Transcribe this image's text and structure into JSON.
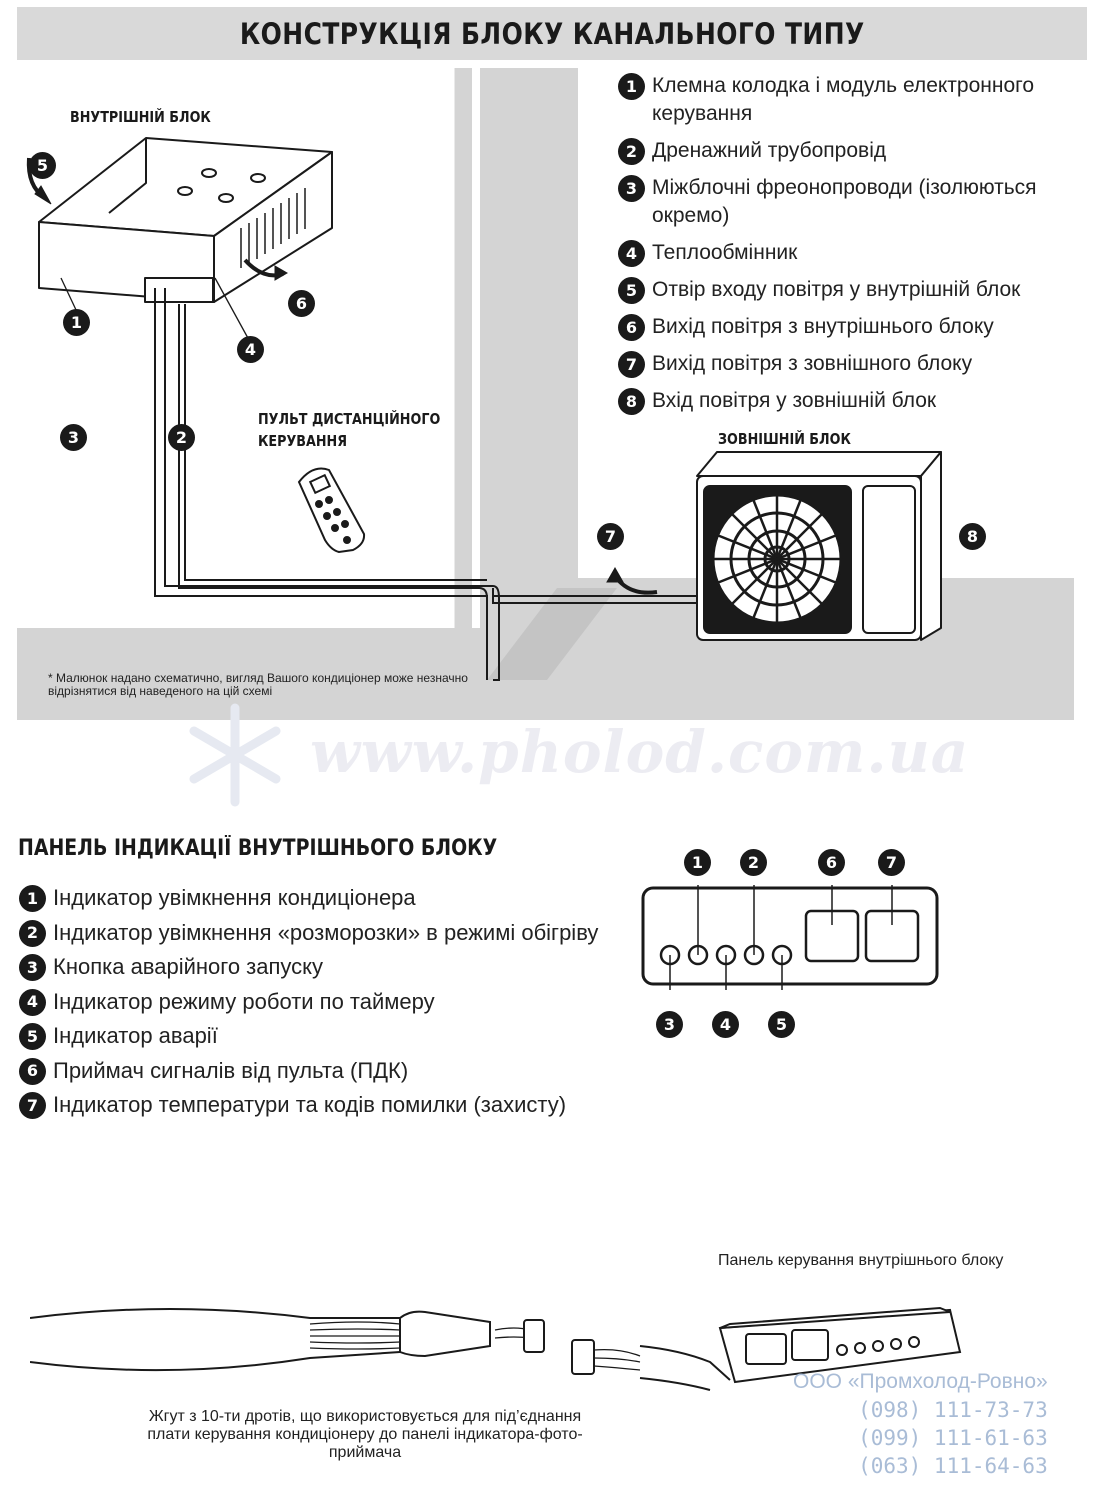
{
  "title": "КОНСТРУКЦІЯ БЛОКУ КАНАЛЬНОГО ТИПУ",
  "diagram": {
    "indoor_label": "ВНУТРІШНІЙ БЛОК",
    "remote_label_line1": "ПУЛЬТ ДИСТАНЦІЙНОГО",
    "remote_label_line2": "КЕРУВАННЯ",
    "outdoor_label": "ЗОВНІШНІЙ БЛОК",
    "footnote_line1": "* Малюнок надано схематично, вигляд Вашого кондиціонер  може незначно",
    "footnote_line2": "відрізнятися від наведеного на цій схемі",
    "callouts": [
      "1",
      "2",
      "3",
      "4",
      "5",
      "6",
      "7",
      "8"
    ]
  },
  "legend": [
    {
      "num": "1",
      "text": "Клемна колодка і модуль електронного керування"
    },
    {
      "num": "2",
      "text": "Дренажний трубопровід"
    },
    {
      "num": "3",
      "text": "Міжблочні фреонопроводи (ізолюються окремо)"
    },
    {
      "num": "4",
      "text": "Теплообмінник"
    },
    {
      "num": "5",
      "text": "Отвір входу повітря у внутрішній блок"
    },
    {
      "num": "6",
      "text": "Вихід повітря з внутрішнього блоку"
    },
    {
      "num": "7",
      "text": "Вихід повітря з зовнішного блоку"
    },
    {
      "num": "8",
      "text": "Вхід повітря у зовнішній блок"
    }
  ],
  "watermark": "www.pholod.com.ua",
  "panel_section": {
    "title": "ПАНЕЛЬ ІНДИКАЦІЇ ВНУТРІШНЬОГО БЛОКУ",
    "items": [
      {
        "num": "1",
        "text": "Індикатор увімкнення кондиціонера"
      },
      {
        "num": "2",
        "text": "Індикатор увімкнення «розморозки» в режимі обігріву"
      },
      {
        "num": "3",
        "text": "Кнопка аварійного запуску"
      },
      {
        "num": "4",
        "text": "Індикатор режиму роботи по таймеру"
      },
      {
        "num": "5",
        "text": "Індикатор аварії"
      },
      {
        "num": "6",
        "text": "Приймач сигналів від пульта (ПДК)"
      },
      {
        "num": "7",
        "text": "Індикатор температури та кодів помилки (захисту)"
      }
    ],
    "panel_callouts_top": [
      "1",
      "2",
      "6",
      "7"
    ],
    "panel_callouts_bottom": [
      "3",
      "4",
      "5"
    ]
  },
  "bottom": {
    "control_panel_label": "Панель керування внутрішнього блоку",
    "harness_line1": "Жгут з 10-ти дротів, що використовується для під’єднання",
    "harness_line2": "плати керування кондиціонеру до панелі індикатора-фото-",
    "harness_line3": "приймача"
  },
  "contact": {
    "company": "ООО «Промхолод-Ровно»",
    "phone1": "(098) 111-73-73",
    "phone2": "(099) 111-61-63",
    "phone3": "(063) 111-64-63"
  },
  "colors": {
    "badge": "#1a1a1a",
    "wall_gray": "#d4d4d4",
    "title_bg": "#d9d9d9",
    "watermark": "#ececf2",
    "contact": "#a9bcd6"
  }
}
